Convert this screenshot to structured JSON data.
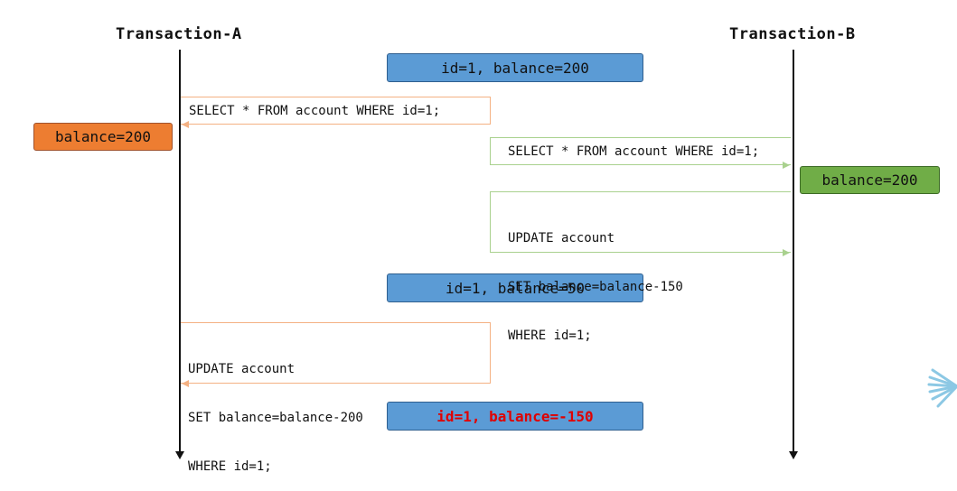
{
  "lanes": {
    "a_title": "Transaction-A",
    "b_title": "Transaction-B"
  },
  "states": {
    "s1": "id=1, balance=200",
    "s2": "id=1, balance=50",
    "s3": "id=1, balance=-150"
  },
  "steps": {
    "a_select": "SELECT * FROM account WHERE id=1;",
    "b_select": "SELECT * FROM account WHERE id=1;",
    "b_update": [
      "UPDATE account",
      "SET balance=balance-150",
      "WHERE id=1;"
    ],
    "a_update": [
      "UPDATE account",
      "SET balance=balance-200",
      "WHERE id=1;"
    ]
  },
  "results": {
    "a_read": "balance=200",
    "b_read": "balance=200"
  },
  "colors": {
    "state_fill": "#5b9bd5",
    "a_result_fill": "#ed7d31",
    "b_result_fill": "#70ad47",
    "a_arrow": "#f4b183",
    "b_arrow": "#a9d18e",
    "alert_text": "#e00000"
  }
}
